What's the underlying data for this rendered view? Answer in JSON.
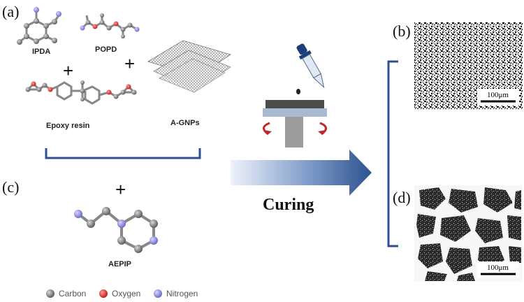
{
  "panels": {
    "a": "(a)",
    "b": "(b)",
    "c": "(c)",
    "d": "(d)"
  },
  "molecules": {
    "ipda": "IPDA",
    "popd": "POPD",
    "epoxy": "Epoxy resin",
    "agnps": "A-GNPs",
    "aepip": "AEPIP"
  },
  "plus_sign": "+",
  "process": {
    "label": "Curing"
  },
  "scale_bars": {
    "b": "100μm",
    "d": "100μm"
  },
  "legend": {
    "carbon": "Carbon",
    "oxygen": "Oxygen",
    "nitrogen": "Nitrogen"
  },
  "colors": {
    "carbon": "#7a7a7a",
    "oxygen": "#e23a3a",
    "nitrogen": "#8f8fe0",
    "bracket": "#2f4f8f",
    "arrow": "#2d528f",
    "rotation_arrows": "#c0272d"
  }
}
